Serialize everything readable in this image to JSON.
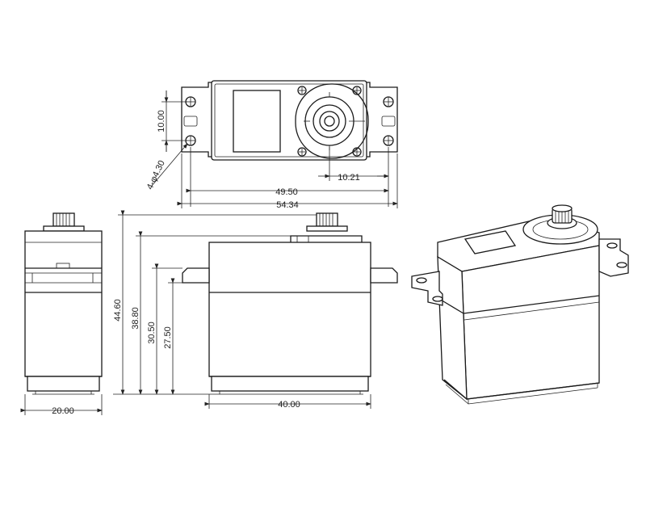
{
  "dimensions": {
    "mount_hole_spacing": "10.00",
    "mount_holes": "4-φ4.30",
    "shaft_offset": "10.21",
    "hole_span": "49.50",
    "overall_length": "54.34",
    "total_height": "44.60",
    "body_height": "38.80",
    "lower_section_height": "30.50",
    "flange_height": "27.50",
    "width": "20.00",
    "body_length": "40.00"
  }
}
